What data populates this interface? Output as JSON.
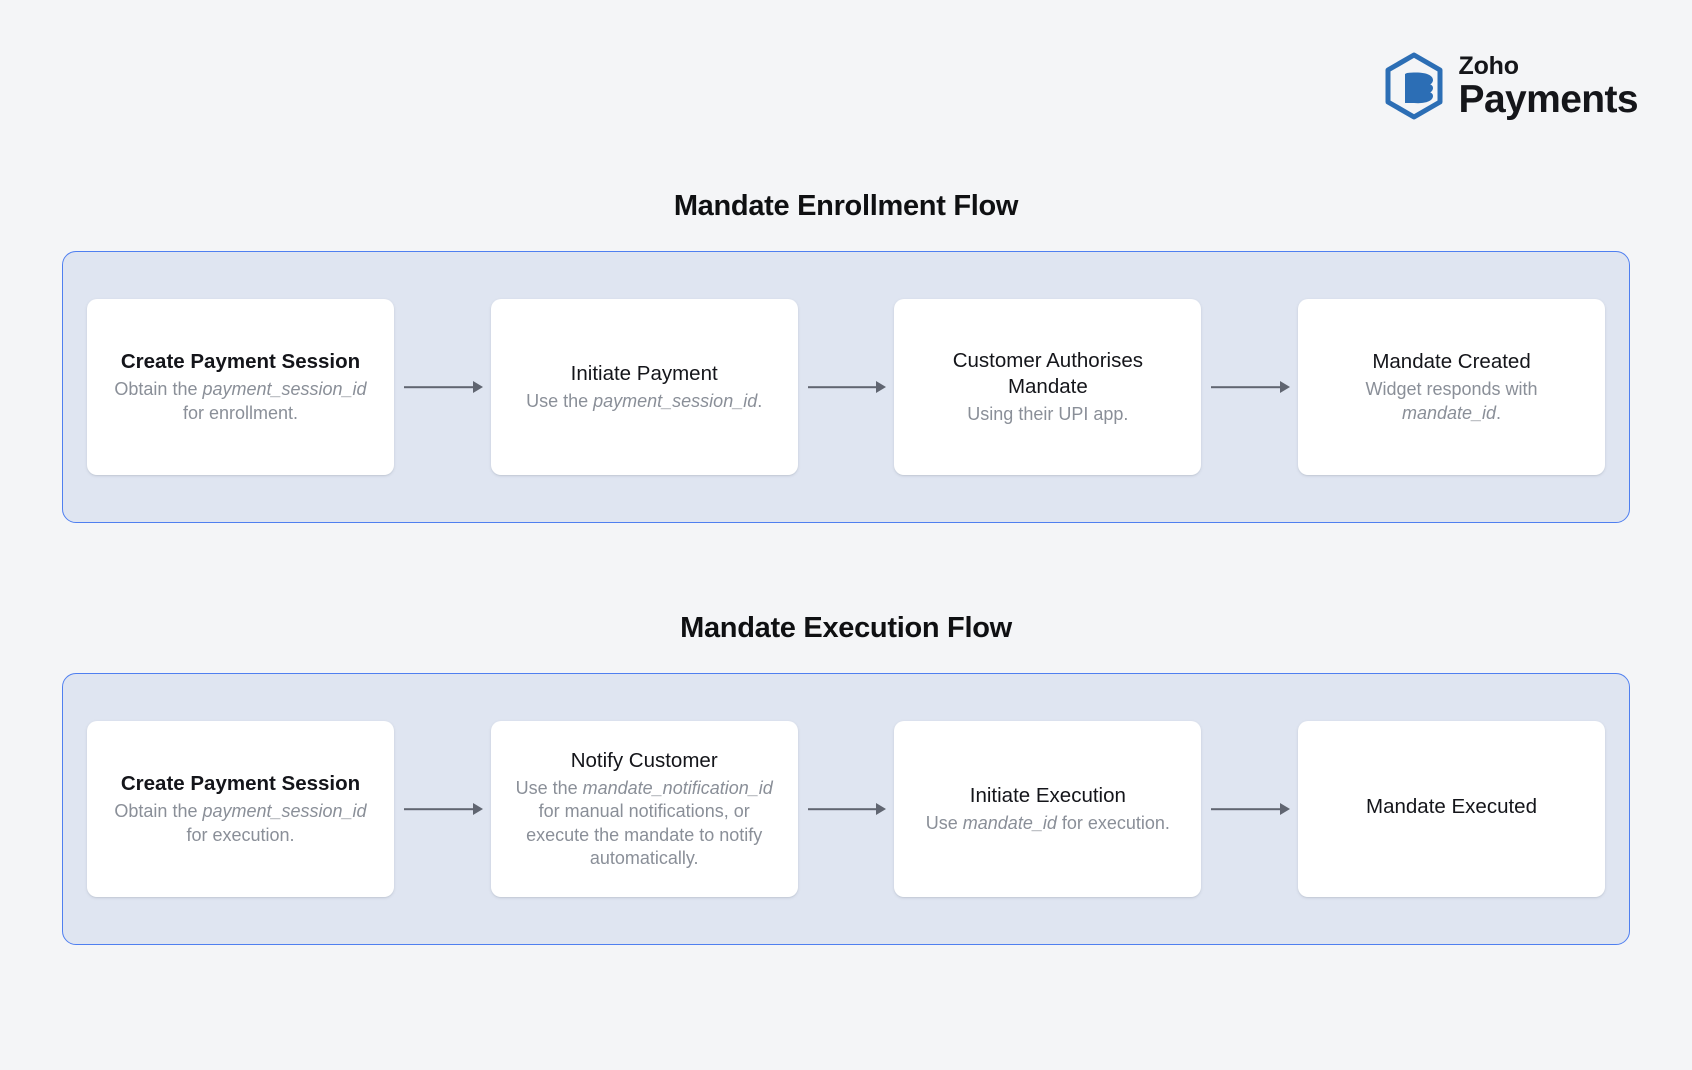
{
  "brand": {
    "logo_icon": "zoho-hexagon-logo-icon",
    "name_top": "Zoho",
    "name_bottom": "Payments",
    "logo_color": "#2c6eb5",
    "text_color": "#15161a"
  },
  "theme": {
    "page_background": "#f4f5f7",
    "panel_background": "#dfe5f1",
    "panel_border": "#4f7ff0",
    "node_background": "#ffffff",
    "title_color": "#0f1012",
    "desc_color": "#8a8f98",
    "arrow_color": "#606571"
  },
  "sections": [
    {
      "id": "enrollment",
      "title": "Mandate Enrollment Flow",
      "nodes": [
        {
          "title": "Create Payment Session",
          "bold_title": true,
          "desc_parts": [
            {
              "text": "Obtain the ",
              "italic": false
            },
            {
              "text": "payment_session_id",
              "italic": true
            },
            {
              "text": " for enrollment.",
              "italic": false
            }
          ]
        },
        {
          "title": "Initiate Payment",
          "bold_title": false,
          "desc_parts": [
            {
              "text": "Use the ",
              "italic": false
            },
            {
              "text": "payment_session_id",
              "italic": true
            },
            {
              "text": ".",
              "italic": false
            }
          ]
        },
        {
          "title": "Customer Authorises Mandate",
          "bold_title": false,
          "desc_parts": [
            {
              "text": "Using their UPI app.",
              "italic": false
            }
          ]
        },
        {
          "title": "Mandate Created",
          "bold_title": false,
          "desc_parts": [
            {
              "text": "Widget responds with ",
              "italic": false
            },
            {
              "text": "mandate_id",
              "italic": true
            },
            {
              "text": ".",
              "italic": false
            }
          ]
        }
      ]
    },
    {
      "id": "execution",
      "title": "Mandate Execution Flow",
      "nodes": [
        {
          "title": "Create Payment Session",
          "bold_title": true,
          "desc_parts": [
            {
              "text": "Obtain the ",
              "italic": false
            },
            {
              "text": "payment_session_id",
              "italic": true
            },
            {
              "text": " for execution.",
              "italic": false
            }
          ]
        },
        {
          "title": "Notify Customer",
          "bold_title": false,
          "desc_parts": [
            {
              "text": "Use the ",
              "italic": false
            },
            {
              "text": "mandate_notification_id",
              "italic": true
            },
            {
              "text": " for manual notifications, or execute the mandate to notify automatically.",
              "italic": false
            }
          ]
        },
        {
          "title": "Initiate Execution",
          "bold_title": false,
          "desc_parts": [
            {
              "text": "Use ",
              "italic": false
            },
            {
              "text": "mandate_id",
              "italic": true
            },
            {
              "text": " for execution.",
              "italic": false
            }
          ]
        },
        {
          "title": "Mandate Executed",
          "bold_title": false,
          "desc_parts": []
        }
      ]
    }
  ]
}
